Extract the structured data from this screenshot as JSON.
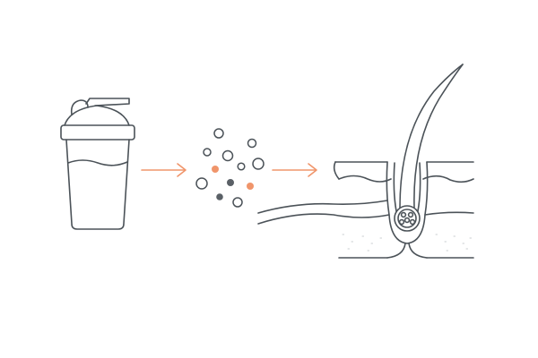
{
  "diagram": {
    "steps": [
      {
        "id": "shaker",
        "icon": "protein-shaker-icon"
      },
      {
        "id": "particles",
        "icon": "nutrient-particles-icon"
      },
      {
        "id": "follicle",
        "icon": "hair-follicle-skin-icon"
      }
    ],
    "connectors": [
      "arrow-right-icon",
      "arrow-right-icon"
    ]
  },
  "colors": {
    "outline": "#4b5258",
    "accent": "#f0956b",
    "dark_dot": "#5a6066",
    "background": "#ffffff"
  }
}
